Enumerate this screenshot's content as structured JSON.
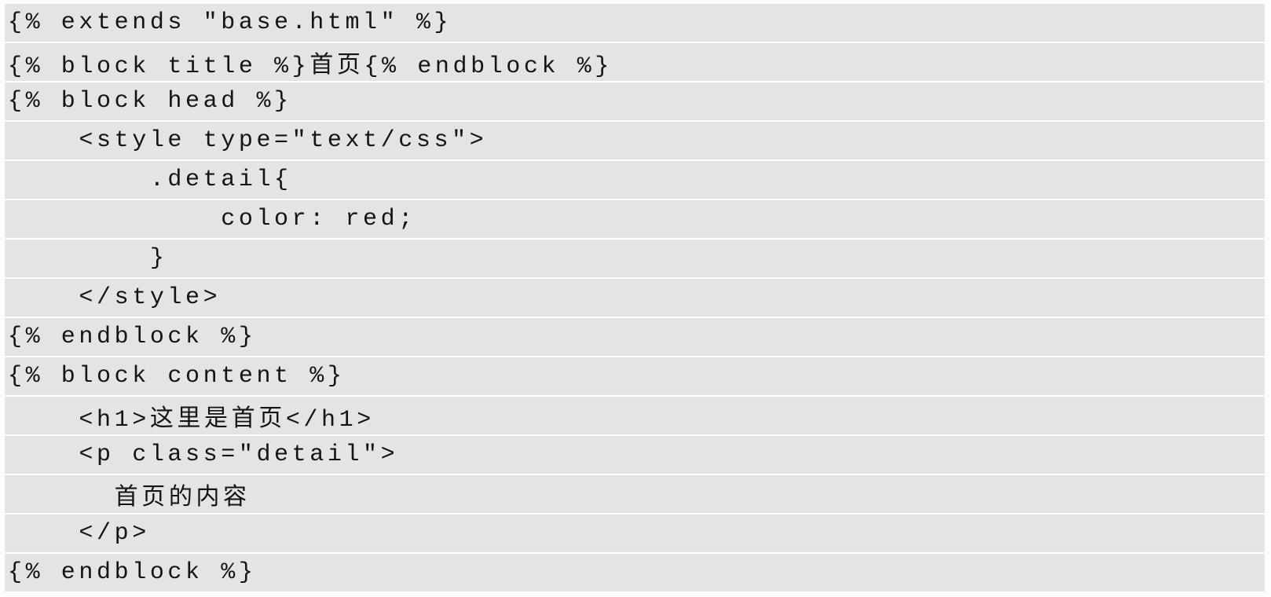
{
  "document": {
    "type": "code-listing",
    "language": "jinja2-html-template",
    "colors": {
      "band_background": "#e4e4e4",
      "page_background": "#fdfdfd",
      "text": "#141414"
    }
  },
  "code": {
    "lines": [
      "{% extends \"base.html\" %}",
      "{% block title %}首页{% endblock %}",
      "{% block head %}",
      "    <style type=\"text/css\">",
      "        .detail{",
      "            color: red;",
      "        }",
      "    </style>",
      "{% endblock %}",
      "{% block content %}",
      "    <h1>这里是首页</h1>",
      "    <p class=\"detail\">",
      "      首页的内容",
      "    </p>",
      "{% endblock %}"
    ]
  }
}
